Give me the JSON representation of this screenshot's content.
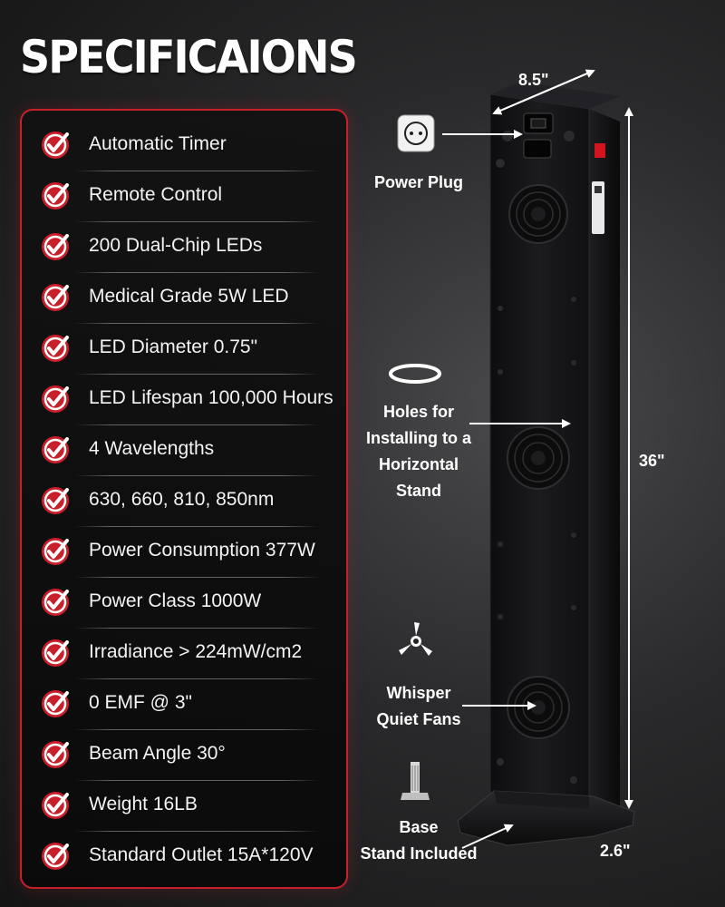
{
  "title": "SPECIFICAIONS",
  "specs": [
    "Automatic Timer",
    "Remote Control",
    "200 Dual-Chip LEDs",
    "Medical Grade 5W LED",
    "LED Diameter 0.75\"",
    "LED Lifespan 100,000 Hours",
    "4 Wavelengths",
    "630, 660, 810, 850nm",
    "Power Consumption 377W",
    "Power Class 1000W",
    "Irradiance > 224mW/cm2",
    "0 EMF @ 3\"",
    "Beam Angle 30°",
    "Weight 16LB",
    "Standard Outlet 15A*120V"
  ],
  "dimensions": {
    "width": "8.5\"",
    "height": "36\"",
    "depth": "2.6\""
  },
  "callouts": {
    "power_plug": "Power Plug",
    "holes_line1": "Holes for",
    "holes_line2": "Installing to a",
    "holes_line3": "Horizontal",
    "holes_line4": "Stand",
    "fans_line1": "Whisper",
    "fans_line2": "Quiet Fans",
    "base_line1": "Base",
    "base_line2": "Stand Included"
  },
  "icons": {
    "check": "check-badge-icon",
    "plug": "power-plug-icon",
    "ring": "ring-hole-icon",
    "fan": "fan-icon",
    "stand": "stand-icon"
  },
  "colors": {
    "accent": "#c8202a",
    "panel": "#121212",
    "device": "#141416"
  }
}
